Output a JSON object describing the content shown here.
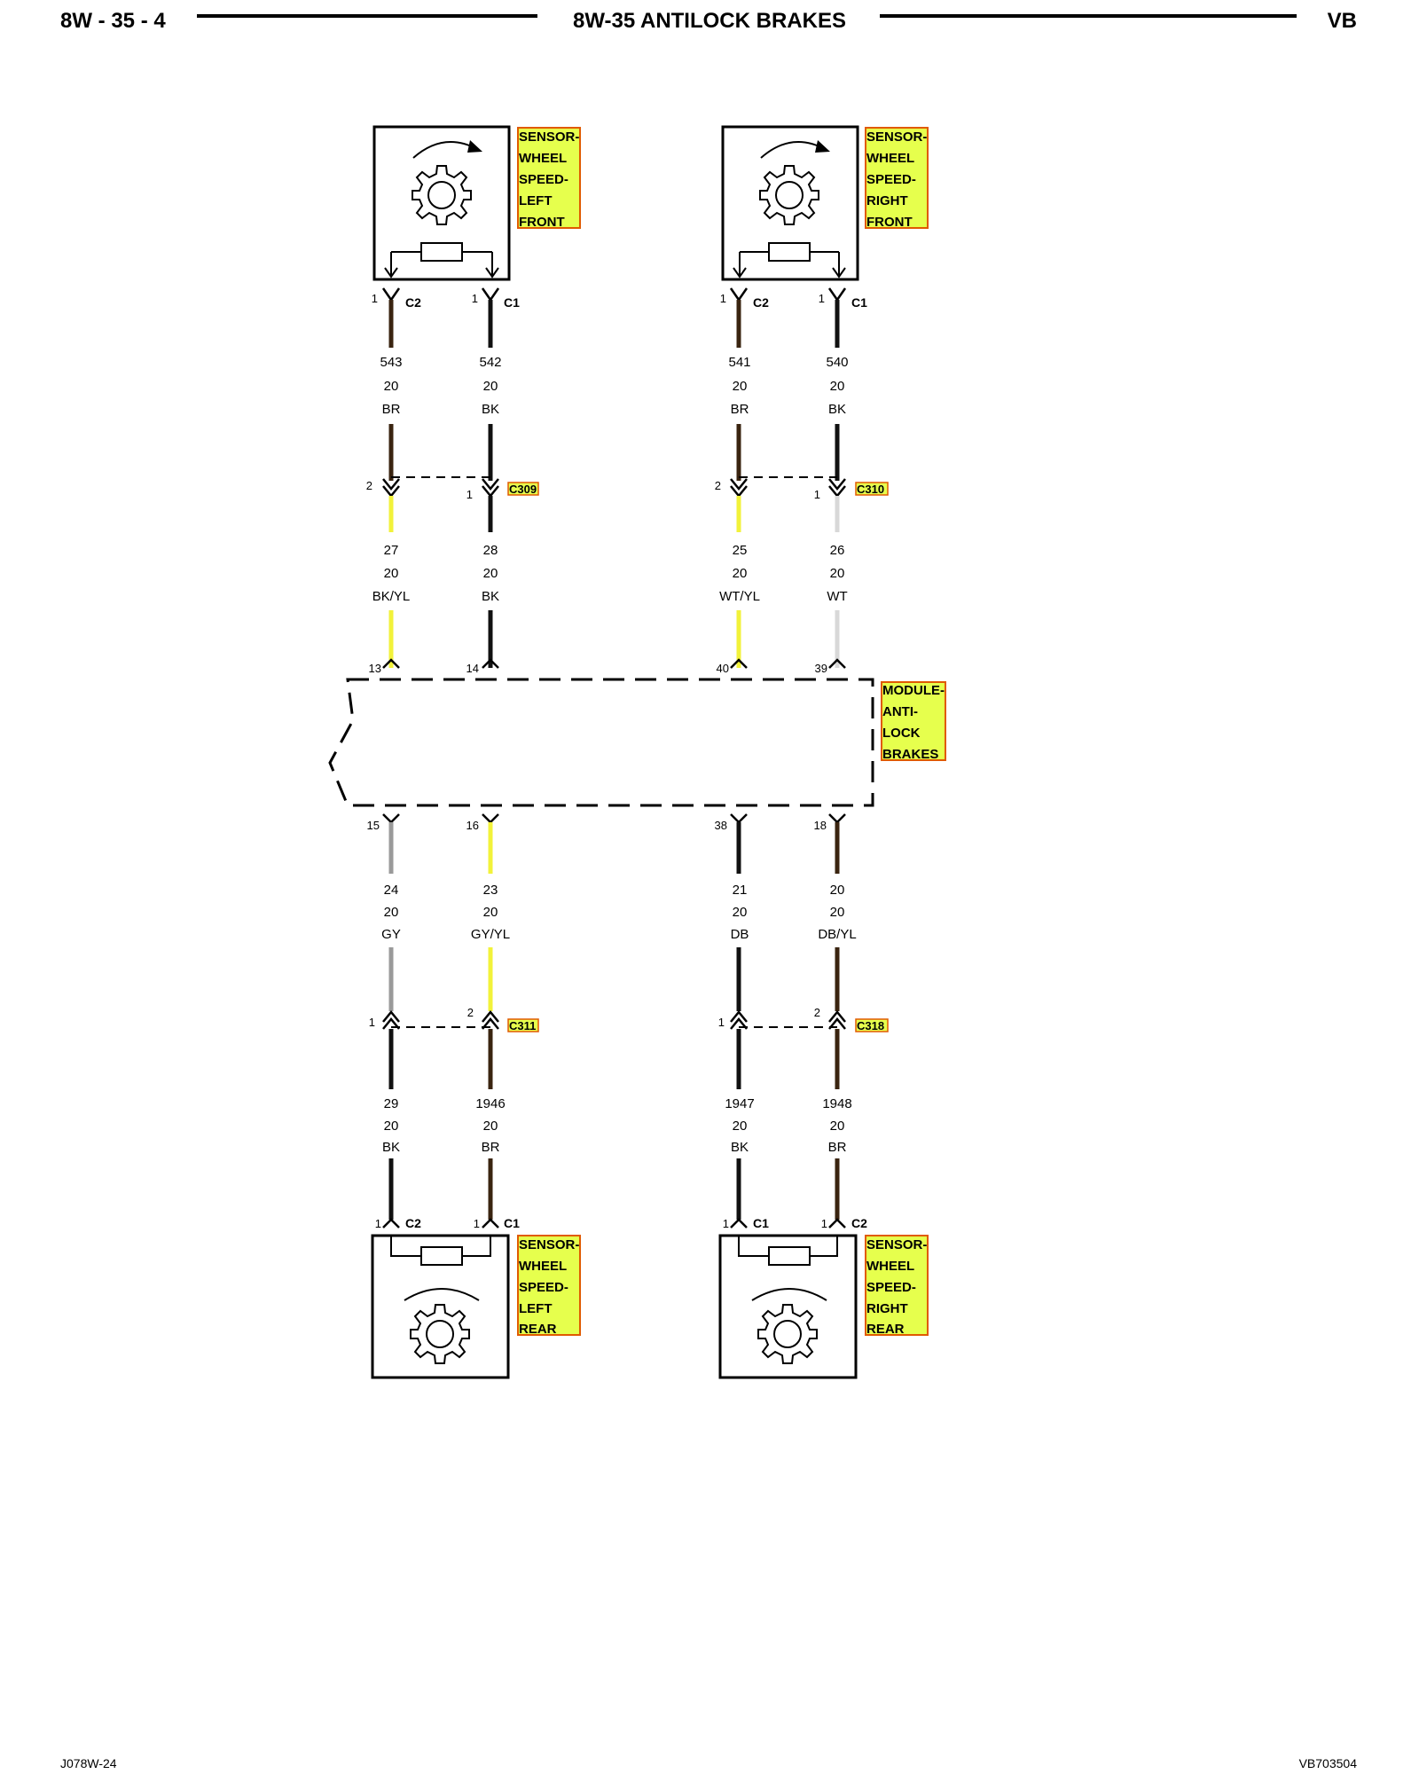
{
  "header": {
    "page_number": "8W - 35 - 4",
    "title": "8W-35 ANTILOCK BRAKES",
    "code": "VB"
  },
  "footer": {
    "left_code": "J078W-24",
    "right_code": "VB703504"
  },
  "colors": {
    "label_bg": "#e6ff4d",
    "label_border": "#e05a00",
    "BK": "#111111",
    "BR": "#3a2410",
    "YL": "#f2f23a",
    "WT": "#d8d8d8",
    "GY": "#9a9a9a",
    "DB": "#111111"
  },
  "components": {
    "lf_sensor": {
      "lines": [
        "SENSOR-",
        "WHEEL",
        "SPEED-",
        "LEFT",
        "FRONT"
      ]
    },
    "rf_sensor": {
      "lines": [
        "SENSOR-",
        "WHEEL",
        "SPEED-",
        "RIGHT",
        "FRONT"
      ]
    },
    "lr_sensor": {
      "lines": [
        "SENSOR-",
        "WHEEL",
        "SPEED-",
        "LEFT",
        "REAR"
      ]
    },
    "rr_sensor": {
      "lines": [
        "SENSOR-",
        "WHEEL",
        "SPEED-",
        "RIGHT",
        "REAR"
      ]
    },
    "abs_module": {
      "lines": [
        "MODULE-",
        "ANTI-",
        "LOCK",
        "BRAKES"
      ]
    }
  },
  "connectors": {
    "c309": "C309",
    "c310": "C310",
    "c311": "C311",
    "c318": "C318",
    "lf_pin_a": {
      "pin": "1",
      "name": "C2"
    },
    "lf_pin_b": {
      "pin": "1",
      "name": "C1"
    },
    "rf_pin_a": {
      "pin": "1",
      "name": "C2"
    },
    "rf_pin_b": {
      "pin": "1",
      "name": "C1"
    },
    "lr_pin_a": {
      "pin": "1",
      "name": "C2"
    },
    "lr_pin_b": {
      "pin": "1",
      "name": "C1"
    },
    "rr_pin_a": {
      "pin": "1",
      "name": "C1"
    },
    "rr_pin_b": {
      "pin": "1",
      "name": "C2"
    },
    "c309_pins": [
      "2",
      "1"
    ],
    "c310_pins": [
      "2",
      "1"
    ],
    "c311_pins": [
      "1",
      "2"
    ],
    "c318_pins": [
      "1",
      "2"
    ]
  },
  "module_pins": {
    "top": [
      "13",
      "14",
      "40",
      "39"
    ],
    "bottom": [
      "15",
      "16",
      "38",
      "18"
    ]
  },
  "wires": {
    "w543": {
      "circuit": "543",
      "gauge": "20",
      "color": "BR"
    },
    "w542": {
      "circuit": "542",
      "gauge": "20",
      "color": "BK"
    },
    "w541": {
      "circuit": "541",
      "gauge": "20",
      "color": "BR"
    },
    "w540": {
      "circuit": "540",
      "gauge": "20",
      "color": "BK"
    },
    "w27": {
      "circuit": "27",
      "gauge": "20",
      "color": "BK/YL"
    },
    "w28": {
      "circuit": "28",
      "gauge": "20",
      "color": "BK"
    },
    "w25": {
      "circuit": "25",
      "gauge": "20",
      "color": "WT/YL"
    },
    "w26": {
      "circuit": "26",
      "gauge": "20",
      "color": "WT"
    },
    "w24": {
      "circuit": "24",
      "gauge": "20",
      "color": "GY"
    },
    "w23": {
      "circuit": "23",
      "gauge": "20",
      "color": "GY/YL"
    },
    "w21": {
      "circuit": "21",
      "gauge": "20",
      "color": "DB"
    },
    "w20": {
      "circuit": "20",
      "gauge": "20",
      "color": "DB/YL"
    },
    "w29": {
      "circuit": "29",
      "gauge": "20",
      "color": "BK"
    },
    "w1946": {
      "circuit": "1946",
      "gauge": "20",
      "color": "BR"
    },
    "w1947": {
      "circuit": "1947",
      "gauge": "20",
      "color": "BK"
    },
    "w1948": {
      "circuit": "1948",
      "gauge": "20",
      "color": "BR"
    }
  }
}
